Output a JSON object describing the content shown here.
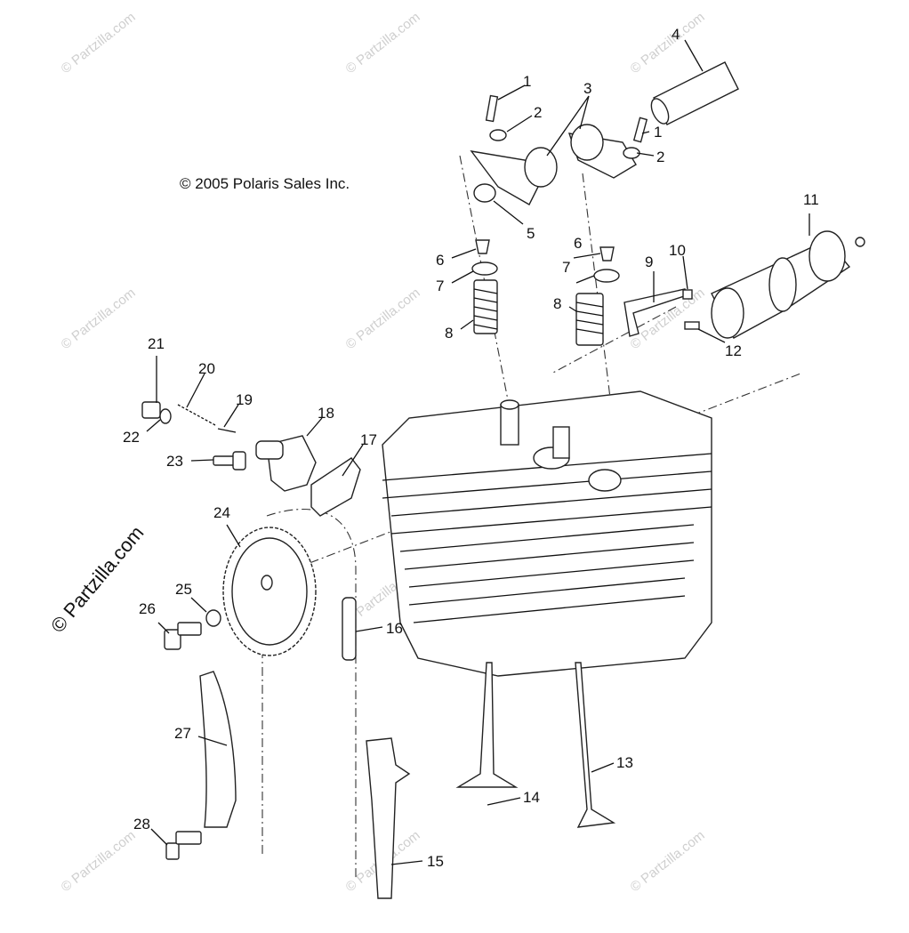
{
  "copyright": "© 2005 Polaris Sales Inc.",
  "brand": "© Partzilla.com",
  "watermark": "© Partzilla.com",
  "callouts": [
    "1",
    "2",
    "3",
    "4",
    "5",
    "6",
    "7",
    "8",
    "9",
    "10",
    "11",
    "12",
    "13",
    "14",
    "15",
    "16",
    "17",
    "18",
    "19",
    "20",
    "21",
    "22",
    "23",
    "24",
    "25",
    "26",
    "27",
    "28"
  ]
}
